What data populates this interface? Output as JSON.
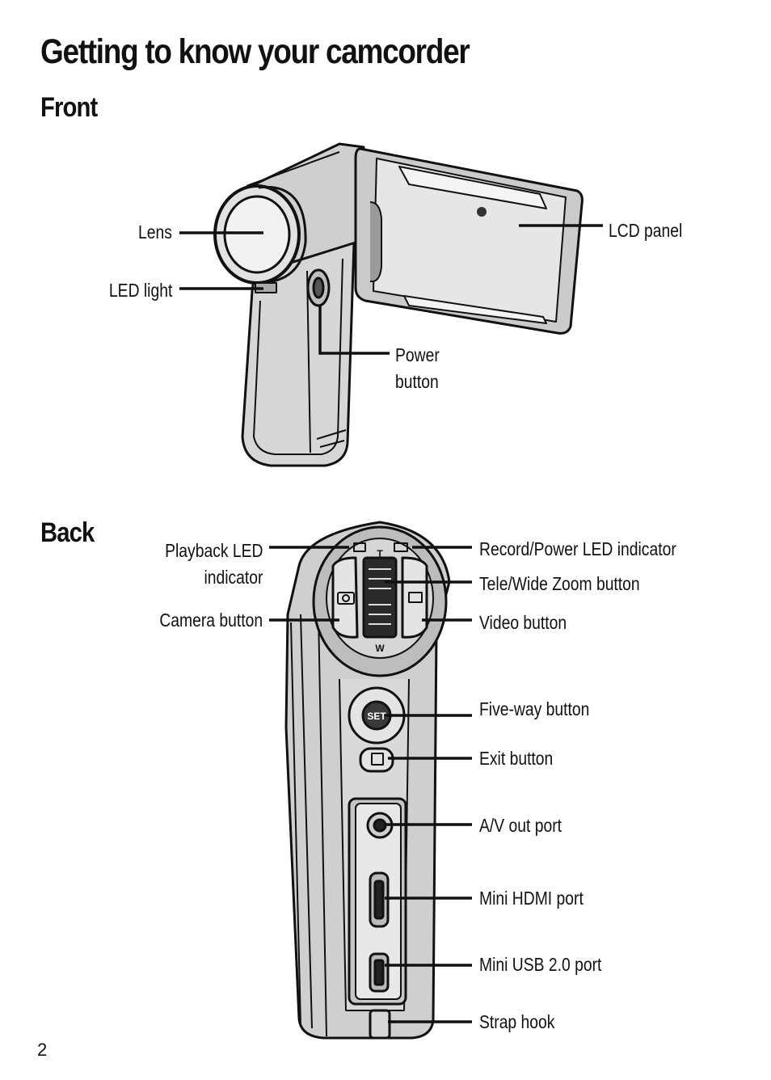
{
  "page": {
    "title": "Getting to know your camcorder",
    "page_number": "2"
  },
  "front": {
    "heading": "Front",
    "labels": {
      "lens": "Lens",
      "led_light": "LED light",
      "lcd_panel": "LCD panel",
      "power_line1": "Power",
      "power_line2": "button"
    }
  },
  "back": {
    "heading": "Back",
    "labels": {
      "playback_led_line1": "Playback LED",
      "playback_led_line2": "indicator",
      "camera_button": "Camera button",
      "record_power_led": "Record/Power LED indicator",
      "tele_wide_zoom": "Tele/Wide Zoom button",
      "video_button": "Video button",
      "five_way_button": "Five-way button",
      "exit_button": "Exit button",
      "av_out_port": "A/V out port",
      "mini_hdmi_port": "Mini HDMI port",
      "mini_usb_port": "Mini USB 2.0 port",
      "strap_hook": "Strap hook"
    },
    "device_markings": {
      "set": "SET",
      "tele": "T",
      "wide": "W"
    }
  },
  "colors": {
    "ink": "#111111",
    "body_fill": "#d4d4d4",
    "body_dark": "#8e8e8e",
    "lcd_fill": "#c8c8c8"
  }
}
